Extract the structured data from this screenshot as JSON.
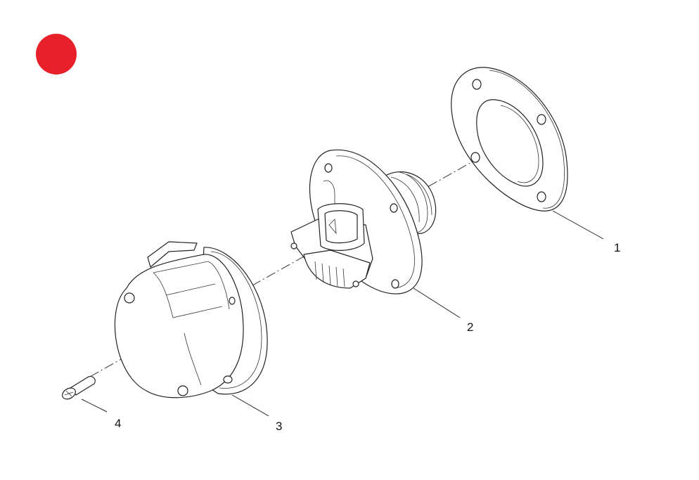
{
  "marker": {
    "color": "#e8202a",
    "icon": "red-dot-marker"
  },
  "callouts": [
    {
      "id": "callout-1",
      "label": "1"
    },
    {
      "id": "callout-2",
      "label": "2"
    },
    {
      "id": "callout-3",
      "label": "3"
    },
    {
      "id": "callout-4",
      "label": "4"
    }
  ],
  "parts": [
    {
      "id": "gasket",
      "icon": "flange-gasket-icon"
    },
    {
      "id": "sensor",
      "icon": "sensor-connector-icon"
    },
    {
      "id": "cover",
      "icon": "protective-cap-icon"
    },
    {
      "id": "screw",
      "icon": "countersunk-screw-icon"
    }
  ]
}
